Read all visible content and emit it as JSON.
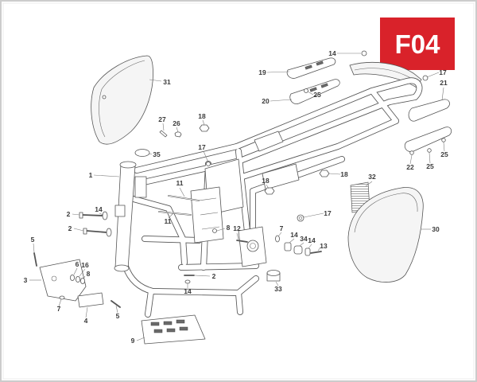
{
  "badge": {
    "label": "F04",
    "color": "#d9222a"
  },
  "callouts": [
    "31",
    "14",
    "19",
    "25",
    "20",
    "17",
    "21",
    "27",
    "26",
    "18",
    "35",
    "17",
    "1",
    "11",
    "11",
    "18",
    "18",
    "32",
    "17",
    "14",
    "2",
    "2",
    "8",
    "12",
    "7",
    "14",
    "34",
    "14",
    "13",
    "30",
    "5",
    "6",
    "16",
    "8",
    "3",
    "2",
    "14",
    "33",
    "7",
    "4",
    "5",
    "9",
    "22",
    "25",
    "25"
  ],
  "colors": {
    "line": "#555555",
    "text": "#3a3a3a",
    "border": "#cccccc",
    "shell": "#f5f5f5"
  }
}
